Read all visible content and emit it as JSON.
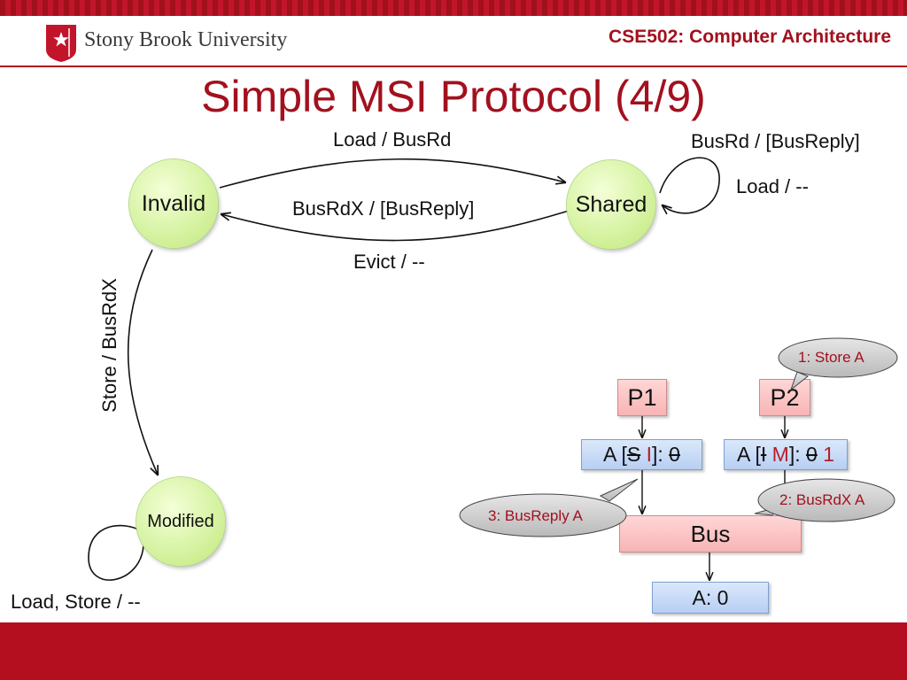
{
  "header": {
    "university": "Stony Brook University",
    "course": "CSE502: Computer Architecture"
  },
  "slide": {
    "title": "Simple MSI Protocol (4/9)"
  },
  "states": {
    "invalid": "Invalid",
    "shared": "Shared",
    "modified": "Modified"
  },
  "transitions": {
    "invalid_to_shared": "Load / BusRd",
    "shared_to_invalid": "BusRdX / [BusReply]",
    "shared_to_invalid_evict": "Evict / --",
    "shared_self_bus": "BusRd / [BusReply]",
    "shared_self_load": "Load / --",
    "invalid_to_modified": "Store / BusRdX",
    "modified_self": "Load, Store / --"
  },
  "system": {
    "p1": "P1",
    "p2": "P2",
    "p1_cache": {
      "prefix": "A [",
      "old_state": "S",
      "new_state": "I",
      "sep": "]: ",
      "old_value": "0"
    },
    "p2_cache": {
      "prefix": "A [",
      "old_state": "I",
      "new_state": "M",
      "sep": "]: ",
      "old_value": "0",
      "new_value": "1"
    },
    "bus": "Bus",
    "memory": "A: 0"
  },
  "callouts": {
    "step1": "1: Store A",
    "step2": "2: BusRdX A",
    "step3": "3: BusReply A"
  },
  "colors": {
    "brand_red": "#a3101e",
    "footer_red": "#b30f1f",
    "state_green": "#d7f3a4",
    "proc_pink": "#f8b4b4",
    "cache_blue": "#b7cff3"
  }
}
